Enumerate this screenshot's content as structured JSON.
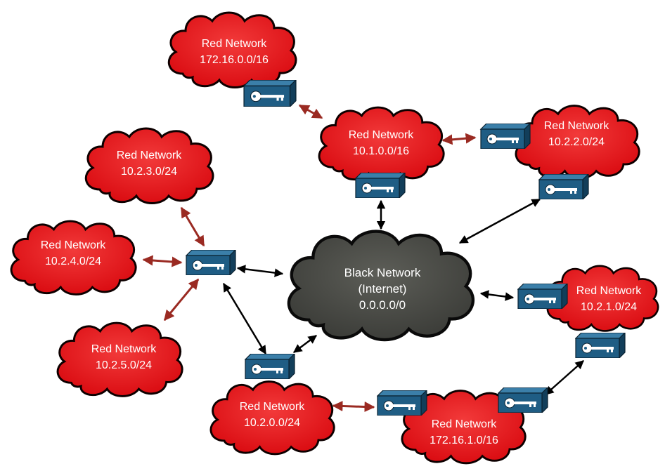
{
  "colors": {
    "red_cloud_fill": "#e8141a",
    "red_cloud_stroke": "#0d0000",
    "black_cloud_fill": "#4a4b46",
    "black_cloud_stroke": "#0a0a0a",
    "red_link": "#9a2a22",
    "black_link": "#000000",
    "encryptor_fill": "#1f5d84"
  },
  "icons": {
    "encryptor": "key-lock-encryptor-icon"
  },
  "networks": {
    "n172_16_0": {
      "name": "Red Network",
      "address": "172.16.0.0/16"
    },
    "n10_1_0": {
      "name": "Red Network",
      "address": "10.1.0.0/16"
    },
    "n10_2_2": {
      "name": "Red Network",
      "address": "10.2.2.0/24"
    },
    "n10_2_3": {
      "name": "Red Network",
      "address": "10.2.3.0/24"
    },
    "n10_2_4": {
      "name": "Red Network",
      "address": "10.2.4.0/24"
    },
    "n10_2_5": {
      "name": "Red Network",
      "address": "10.2.5.0/24"
    },
    "n10_2_0": {
      "name": "Red Network",
      "address": "10.2.0.0/24"
    },
    "n172_16_1": {
      "name": "Red Network",
      "address": "172.16.1.0/16"
    },
    "n10_2_1": {
      "name": "Red Network",
      "address": "10.2.1.0/24"
    },
    "black": {
      "name": "Black Network",
      "sub": "(Internet)",
      "address": "0.0.0.0/0"
    }
  }
}
